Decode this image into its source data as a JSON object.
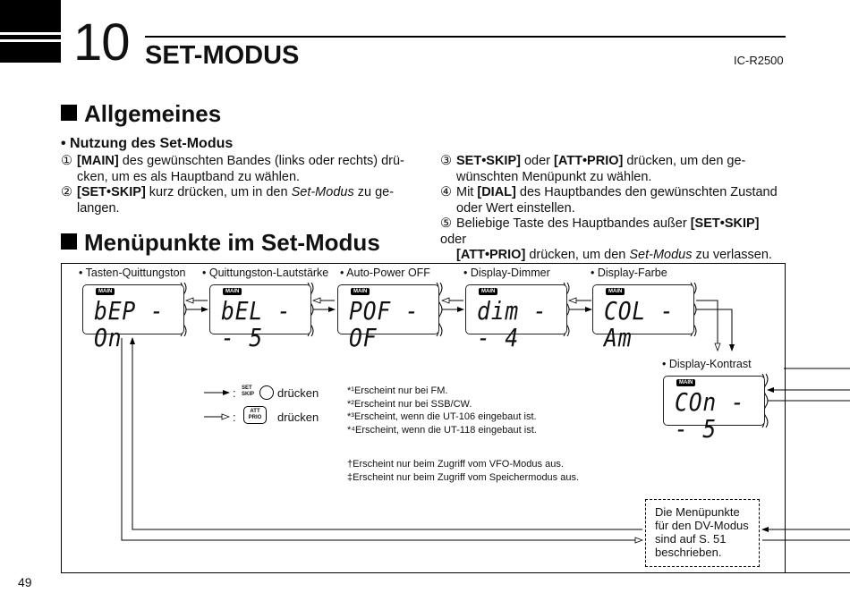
{
  "header": {
    "chapter_number": "10",
    "chapter_title": "SET-MODUS",
    "model": "IC-R2500"
  },
  "section1": {
    "title": "Allgemeines",
    "subtitle": "• Nutzung des Set-Modus"
  },
  "steps": [
    {
      "num": "①",
      "key": "[MAIN]",
      "text1": " des gewünschten Bandes (links oder rechts) drü-",
      "text2": "cken, um es als Hauptband zu wählen."
    },
    {
      "num": "②",
      "key": "[SET•SKIP]",
      "text1": " kurz drücken, um in den ",
      "italic": "Set-Modus",
      "text1b": " zu ge-",
      "text2": "langen."
    },
    {
      "num": "③",
      "key": "SET•SKIP]",
      "mid": " oder ",
      "key2": "[ATT•PRIO]",
      "text1": " drücken, um den ge-",
      "text2": "wünschten Menüpunkt zu wählen."
    },
    {
      "num": "④",
      "pre": "Mit ",
      "key": "[DIAL]",
      "text1": " des Hauptbandes den gewünschten Zustand",
      "text2": "oder Wert einstellen."
    },
    {
      "num": "⑤",
      "pre": "Beliebige Taste des Hauptbandes außer ",
      "key": "[SET•SKIP]",
      "text1": " oder",
      "key2": "[ATT•PRIO]",
      "text2a": " drücken, um den ",
      "italic": "Set-Modus",
      "text2b": " zu verlassen."
    }
  ],
  "section2": {
    "title": "Menüpunkte im Set-Modus"
  },
  "menu": [
    {
      "label": "• Tasten-Quittungston",
      "badge": "MAIN",
      "display": "bEP -On"
    },
    {
      "label": "• Quittungston-Lautstärke",
      "badge": "MAIN",
      "display": "bEL -- 5"
    },
    {
      "label": "• Auto-Power OFF",
      "badge": "MAIN",
      "display": "POF -OF"
    },
    {
      "label": "• Display-Dimmer",
      "badge": "MAIN",
      "display": "dim -- 4"
    },
    {
      "label": "• Display-Farbe",
      "badge": "MAIN",
      "display": "COL -Am"
    },
    {
      "label": "• Display-Kontrast",
      "badge": "MAIN",
      "display": "COn -- 5"
    }
  ],
  "legend": {
    "solid_key_top": "SET",
    "solid_key_bottom": "SKIP",
    "solid_text": "drücken",
    "hollow_key_top": "ATT",
    "hollow_key_bottom": "PRIO",
    "hollow_text": "drücken",
    "colon": ":"
  },
  "notes": [
    "*¹Erscheint nur bei FM.",
    "*²Erscheint nur bei SSB/CW.",
    "*³Erscheint, wenn die UT-106 eingebaut ist.",
    "*⁴Erscheint, wenn die UT-118 eingebaut ist."
  ],
  "notes2": [
    "†Erscheint nur beim Zugriff vom VFO-Modus aus.",
    "‡Erscheint nur beim Zugriff vom Speichermodus aus."
  ],
  "dv_box": [
    "Die Menüpunkte",
    "für den DV-Modus",
    "sind auf S. 51",
    "beschrieben."
  ],
  "page_number": "49"
}
